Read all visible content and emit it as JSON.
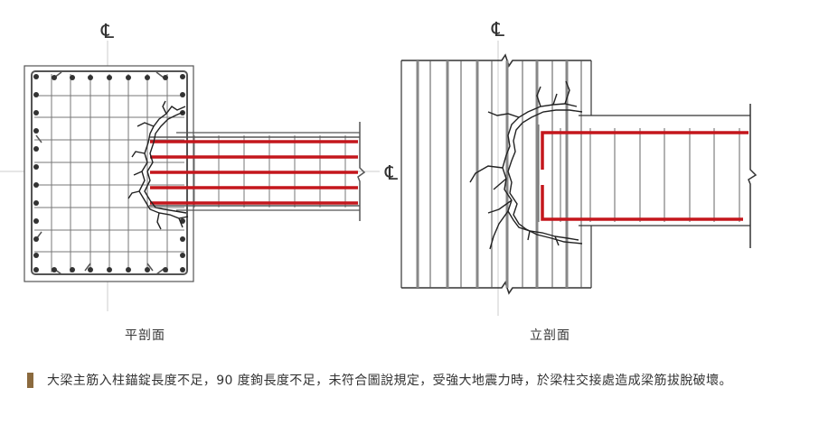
{
  "centerline_symbol": "℄",
  "captions": {
    "plan": "平剖面",
    "elevation": "立剖面"
  },
  "note": {
    "text": "大梁主筋入柱錨錠長度不足，90 度鉤長度不足，未符合圖說規定，受強大地震力時，於梁柱交接處造成梁筋拔脫破壞。"
  },
  "colors": {
    "rebar": "#c4161c",
    "line": "#333333",
    "bar_gray": "#999999",
    "note_marker": "#8b6a3e"
  }
}
